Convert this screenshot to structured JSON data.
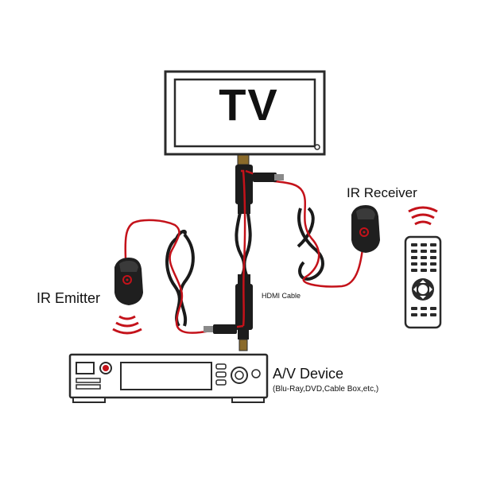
{
  "tv": {
    "title": "TV"
  },
  "labels": {
    "ir_receiver": "IR Receiver",
    "ir_emitter": "IR Emitter",
    "hdmi_cable": "HDMI Cable",
    "av_device": "A/V Device",
    "av_device_sub": "(Blu-Ray,DVD,Cable Box,etc,)"
  },
  "colors": {
    "ir_cable": "#c4121a",
    "hdmi_cable": "#1a1a1a",
    "device_body": "#ffffff",
    "outline": "#2a2a2a"
  },
  "icons": [
    "tv-icon",
    "hdmi-connector-icon",
    "ir-receiver-icon",
    "ir-emitter-icon",
    "remote-control-icon",
    "ir-signal-icon",
    "av-device-icon"
  ]
}
